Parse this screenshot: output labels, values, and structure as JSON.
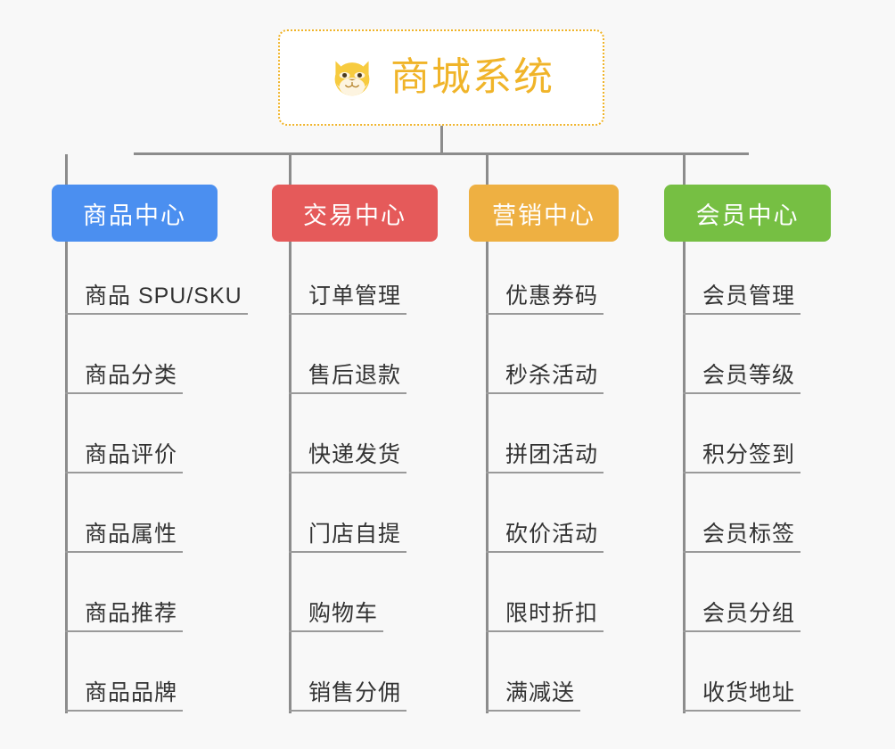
{
  "background_color": "#f8f8f8",
  "root": {
    "title": "商城系统",
    "icon": "shiba-dog-icon",
    "text_color": "#f0b429",
    "border_color": "#f0b429"
  },
  "branches": [
    {
      "label": "商品中心",
      "color": "#4b8ff0",
      "items": [
        "商品 SPU/SKU",
        "商品分类",
        "商品评价",
        "商品属性",
        "商品推荐",
        "商品品牌"
      ]
    },
    {
      "label": "交易中心",
      "color": "#e55a5a",
      "items": [
        "订单管理",
        "售后退款",
        "快递发货",
        "门店自提",
        "购物车",
        "销售分佣"
      ]
    },
    {
      "label": "营销中心",
      "color": "#eeb042",
      "items": [
        "优惠券码",
        "秒杀活动",
        "拼团活动",
        "砍价活动",
        "限时折扣",
        "满减送"
      ]
    },
    {
      "label": "会员中心",
      "color": "#76bf43",
      "items": [
        "会员管理",
        "会员等级",
        "积分签到",
        "会员标签",
        "会员分组",
        "收货地址"
      ]
    }
  ]
}
